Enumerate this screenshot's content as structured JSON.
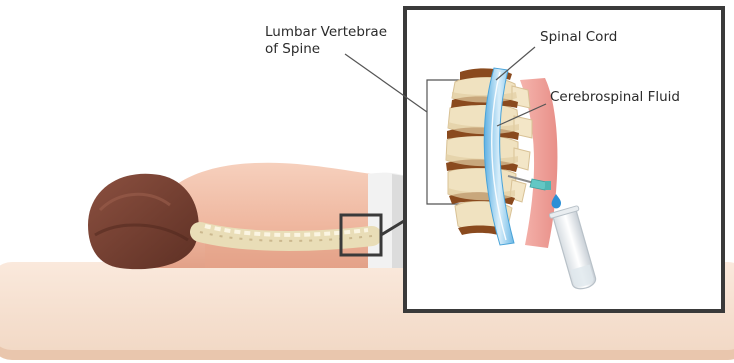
{
  "labels": {
    "lumbar_line1": "Lumbar Vertebrae",
    "lumbar_line2": "of Spine",
    "spinal_cord": "Spinal Cord",
    "csf": "Cerebrospinal Fluid"
  },
  "colors": {
    "mattress": "#f7e2d2",
    "mattress_shadow": "#e6c2a9",
    "skin": "#f3c2a9",
    "skin_shadow": "#dd9d83",
    "hair": "#7d4636",
    "bone": "#f1e4c4",
    "disc": "#8a4a1e",
    "spinal_cord": "#8cc8ea",
    "inset_border": "#3a3a3a",
    "droplet": "#2b8fd6"
  }
}
